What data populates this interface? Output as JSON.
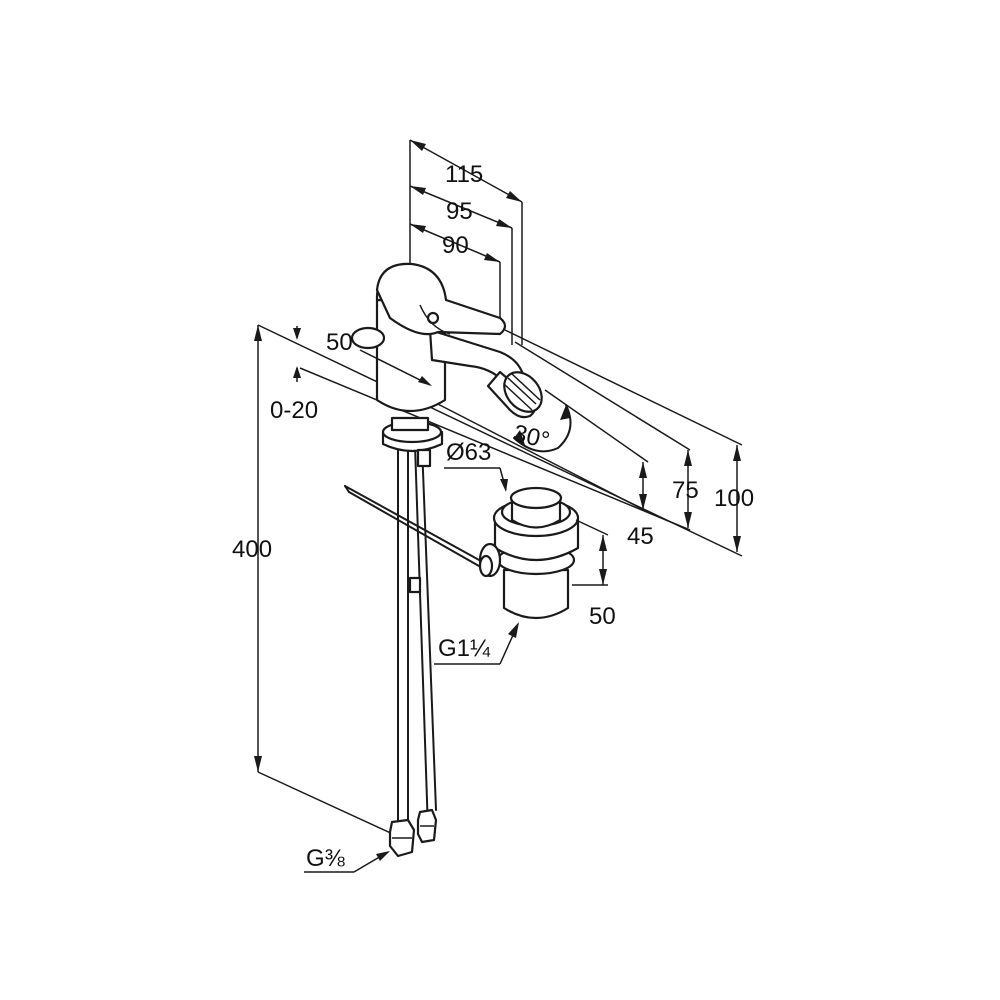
{
  "dimensions": {
    "width_total": "115",
    "width_spout": "95",
    "width_lever": "90",
    "lever_height": "50",
    "adjustment": "0-20",
    "spout_rotation": "30°",
    "waste_diameter": "Ø63",
    "height_75": "75",
    "height_100": "100",
    "height_45": "45",
    "hose_length": "400",
    "waste_height": "50",
    "waste_thread": "G1¼",
    "supply_thread": "G⅜"
  },
  "colors": {
    "line": "#1a1a1a",
    "background": "#ffffff"
  }
}
